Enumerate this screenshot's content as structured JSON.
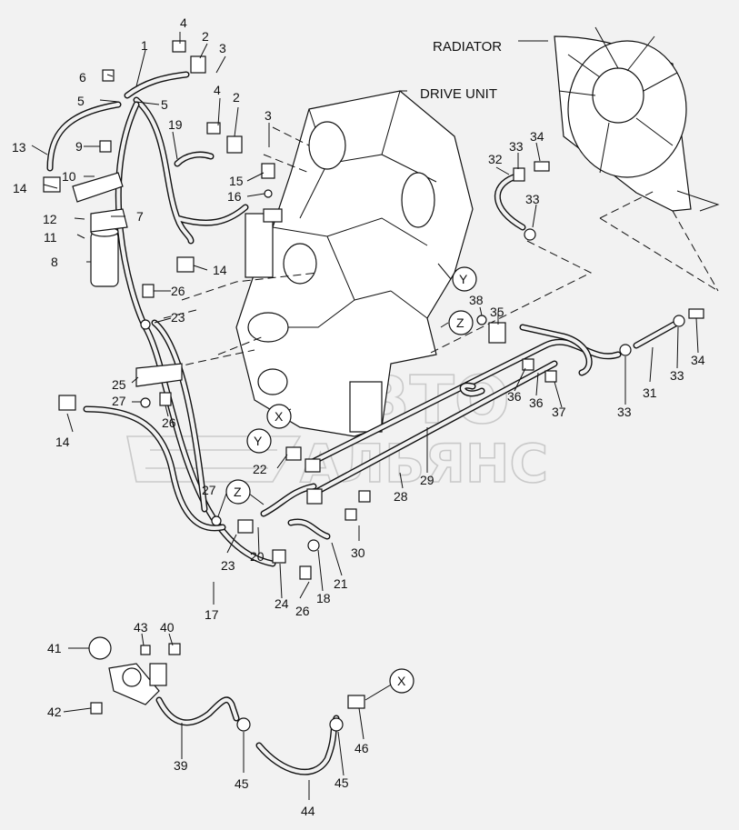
{
  "watermark": {
    "line1": "АВТО",
    "line2": "АЛЬЯНС"
  },
  "titles": {
    "radiator": "RADIATOR",
    "drive_unit": "DRIVE UNIT"
  },
  "refs": {
    "x": "X",
    "y": "Y",
    "z": "Z"
  },
  "labels": {
    "l1": "1",
    "l2a": "2",
    "l2b": "2",
    "l3a": "3",
    "l3b": "3",
    "l4a": "4",
    "l4b": "4",
    "l5a": "5",
    "l5b": "5",
    "l6": "6",
    "l7": "7",
    "l8": "8",
    "l9": "9",
    "l10": "10",
    "l11": "11",
    "l12": "12",
    "l13": "13",
    "l14a": "14",
    "l14b": "14",
    "l14c": "14",
    "l15": "15",
    "l16": "16",
    "l17": "17",
    "l18": "18",
    "l19": "19",
    "l20": "20",
    "l21": "21",
    "l22": "22",
    "l23a": "23",
    "l23b": "23",
    "l24": "24",
    "l25": "25",
    "l26a": "26",
    "l26b": "26",
    "l26c": "26",
    "l27a": "27",
    "l27b": "27",
    "l28": "28",
    "l29": "29",
    "l30": "30",
    "l31": "31",
    "l32": "32",
    "l33a": "33",
    "l33b": "33",
    "l33c": "33",
    "l33d": "33",
    "l34a": "34",
    "l34b": "34",
    "l35": "35",
    "l36a": "36",
    "l36b": "36",
    "l37": "37",
    "l38": "38",
    "l39": "39",
    "l40": "40",
    "l41": "41",
    "l42": "42",
    "l43": "43",
    "l44": "44",
    "l45a": "45",
    "l45b": "45",
    "l46": "46"
  }
}
